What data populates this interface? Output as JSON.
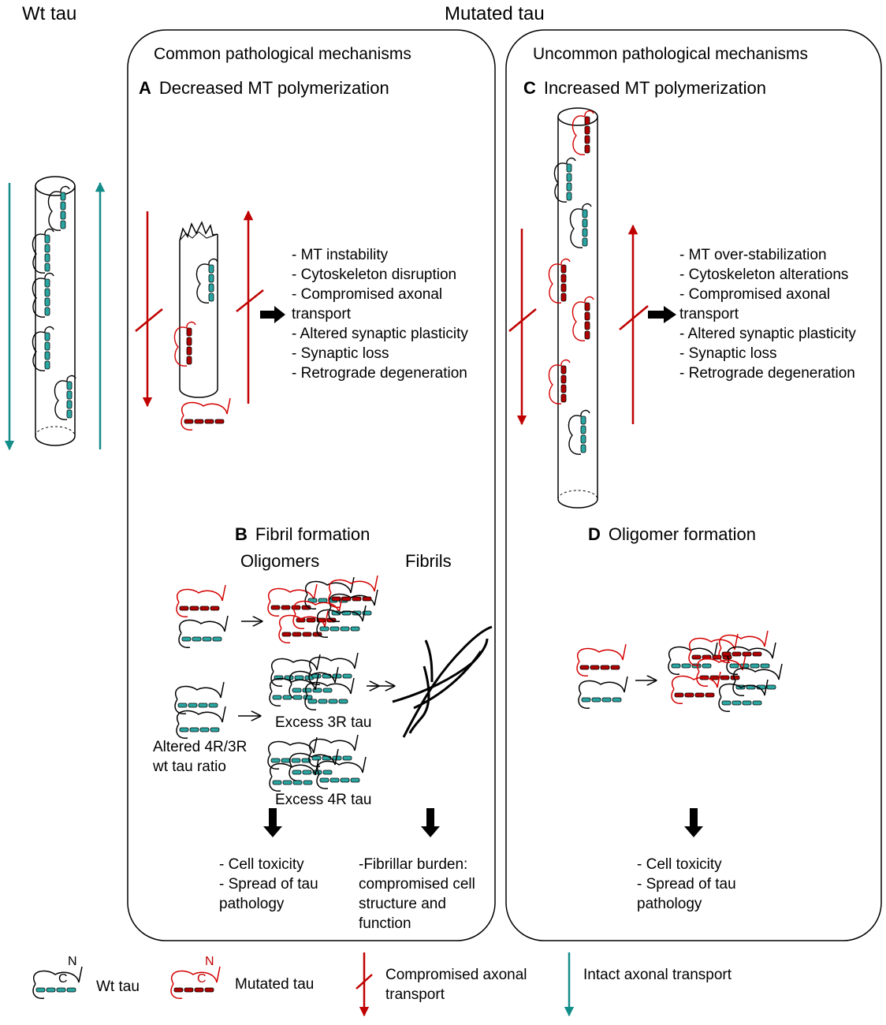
{
  "titles": {
    "wt": "Wt tau",
    "mutated": "Mutated tau",
    "common": "Common pathological mechanisms",
    "uncommon": "Uncommon pathological mechanisms"
  },
  "panels": {
    "A": {
      "letter": "A",
      "title": "Decreased  MT polymerization",
      "effects": [
        "- MT instability",
        "- Cytoskeleton disruption",
        "- Compromised axonal",
        "transport",
        "- Altered synaptic plasticity",
        "- Synaptic loss",
        "- Retrograde degeneration"
      ]
    },
    "B": {
      "letter": "B",
      "title": "Fibril formation",
      "oligomers": "Oligomers",
      "fibrils": "Fibrils",
      "excess3r": "Excess 3R tau",
      "excess4r": "Excess 4R tau",
      "altered": [
        "Altered 4R/3R",
        "wt tau ratio"
      ],
      "out_left": [
        "- Cell toxicity",
        "- Spread of tau",
        "pathology"
      ],
      "out_right": [
        "-Fibrillar burden:",
        "compromised cell",
        "structure and",
        "function"
      ]
    },
    "C": {
      "letter": "C",
      "title": "Increased MT polymerization",
      "effects": [
        "- MT over-stabilization",
        "- Cytoskeleton alterations",
        "- Compromised axonal",
        "transport",
        "- Altered synaptic plasticity",
        "- Synaptic loss",
        "- Retrograde degeneration"
      ]
    },
    "D": {
      "letter": "D",
      "title": "Oligomer formation",
      "out": [
        "- Cell toxicity",
        "- Spread of tau",
        "pathology"
      ]
    }
  },
  "legend": {
    "n": "N",
    "c": "C",
    "wt": "Wt tau",
    "mut": "Mutated tau",
    "compromised": [
      "Compromised axonal",
      "transport"
    ],
    "intact": "Intact axonal transport"
  },
  "colors": {
    "red": "#c00000",
    "teal": "#138d8a",
    "black": "#000000"
  }
}
